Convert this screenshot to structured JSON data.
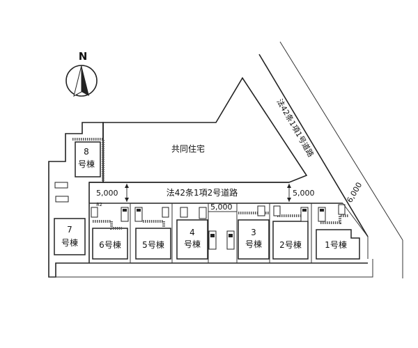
{
  "compass": {
    "north_label": "N"
  },
  "labels": {
    "apartment": "共同住宅",
    "road": "法42条1項2号道路",
    "road_side": "法42条1項1号道路",
    "code_82": "82"
  },
  "dimensions": {
    "road_left": "5,000",
    "road_right": "5,000",
    "road_mid": "5,000",
    "road_side": "6,000"
  },
  "buildings": {
    "b1": {
      "num": "1",
      "suffix": "号棟"
    },
    "b2": {
      "num": "2",
      "suffix": "号棟"
    },
    "b3": {
      "num": "3",
      "suffix": "号棟"
    },
    "b4": {
      "num": "4",
      "suffix": "号棟"
    },
    "b5": {
      "num": "5",
      "suffix": "号棟"
    },
    "b6": {
      "num": "6",
      "suffix": "号棟"
    },
    "b7": {
      "num": "7",
      "suffix": "号棟"
    },
    "b8": {
      "num": "8",
      "suffix": "号棟"
    }
  }
}
